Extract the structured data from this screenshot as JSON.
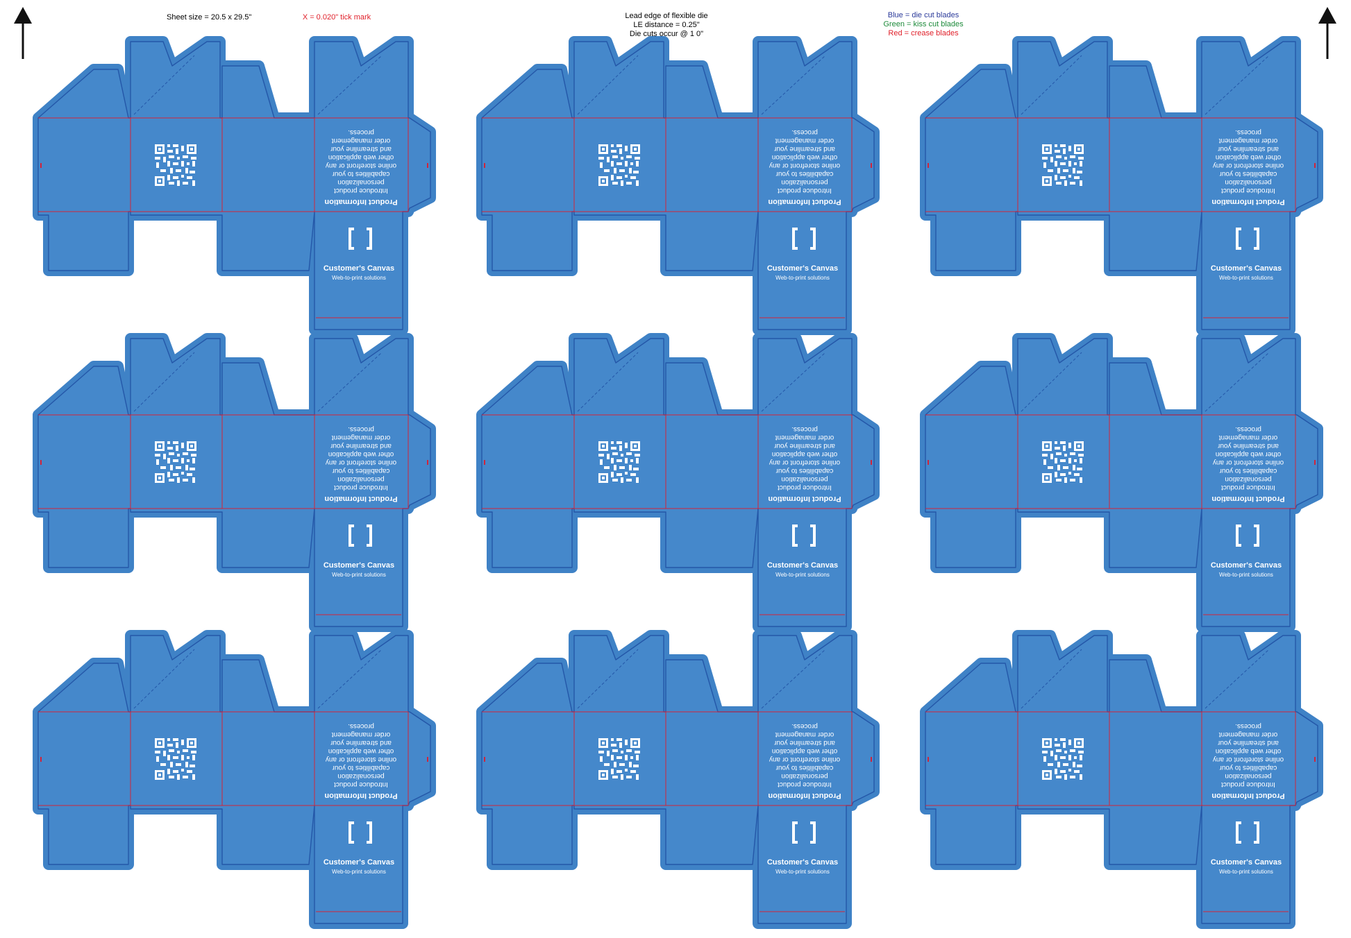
{
  "header": {
    "sheet_size": "Sheet size = 20.5 x 29.5\"",
    "tick_mark": "X = 0.020\" tick mark",
    "lead_edge": {
      "line1": "Lead edge of flexible die",
      "line2": "LE distance = 0.25\"",
      "line3": "Die cuts occur @ 1 0\""
    },
    "legend": {
      "blue": "Blue = die cut blades",
      "green": "Green = kiss cut blades",
      "red": "Red = crease blades"
    }
  },
  "colors": {
    "die_fill": "#3f82c6",
    "panel_fill": "#4588cb",
    "cut_line": "#2457a8",
    "crease": "#d2233a",
    "legend_blue": "#2b3a9a",
    "legend_green": "#1d8a3a",
    "legend_red": "#e0202a",
    "tick_text": "#e0202a"
  },
  "icons": [
    "arrow-up-icon-left",
    "arrow-up-icon-right",
    "qr-code-icon",
    "bracket-logo-icon"
  ],
  "die": {
    "rows": 3,
    "cols": 3,
    "label_title": "Customer's Canvas",
    "label_subtitle": "Web-to-print solutions",
    "info_title": "Product Information",
    "info_lines": [
      "Introduce product",
      "personalization",
      "capabilities to your",
      "online storefront or any",
      "other web application",
      "and streamline your",
      "order management",
      "process."
    ]
  }
}
